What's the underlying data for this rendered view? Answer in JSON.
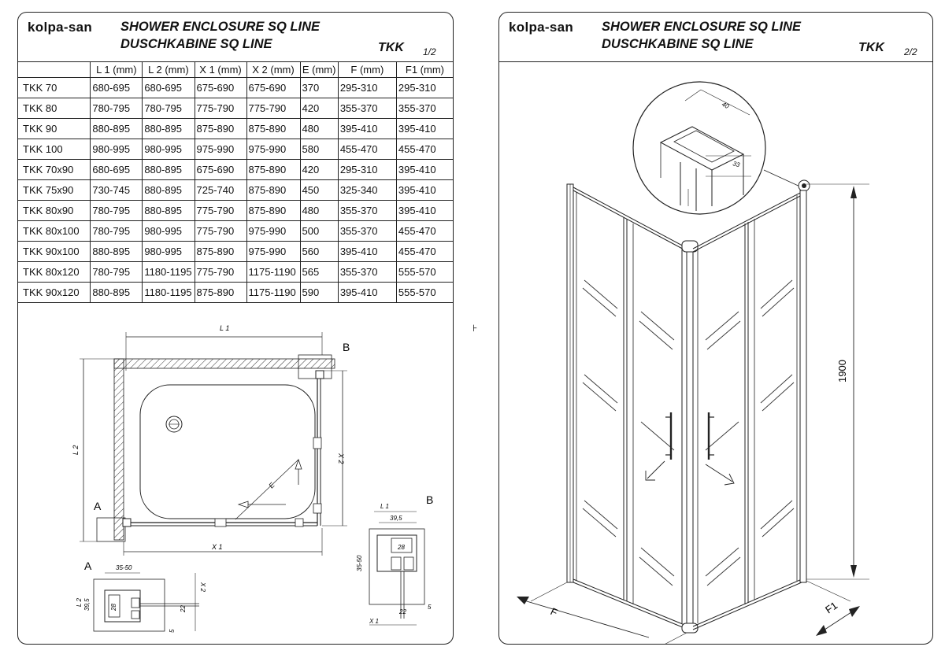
{
  "brand": {
    "logo": "kolpa-san"
  },
  "sheet1": {
    "title_line1": "SHOWER ENCLOSURE SQ LINE",
    "title_line2": "DUSCHKABINE  SQ LINE",
    "code": "TKK",
    "page": "1/2"
  },
  "sheet2": {
    "title_line1": "SHOWER ENCLOSURE SQ LINE",
    "title_line2": "DUSCHKABINE  SQ LINE",
    "code": "TKK",
    "page": "2/2"
  },
  "table": {
    "headers": [
      "",
      "L 1  (mm)",
      "L 2  (mm)",
      "X 1  (mm)",
      "X 2  (mm)",
      "E (mm)",
      "F (mm)",
      "F1 (mm)"
    ],
    "rows": [
      [
        "TKK  70",
        "680-695",
        "680-695",
        "675-690",
        "675-690",
        "370",
        "295-310",
        "295-310"
      ],
      [
        "TKK  80",
        "780-795",
        "780-795",
        "775-790",
        "775-790",
        "420",
        "355-370",
        "355-370"
      ],
      [
        "TKK  90",
        "880-895",
        "880-895",
        "875-890",
        "875-890",
        "480",
        "395-410",
        "395-410"
      ],
      [
        "TKK  100",
        "980-995",
        "980-995",
        "975-990",
        "975-990",
        "580",
        "455-470",
        "455-470"
      ],
      [
        "TKK  70x90",
        "680-695",
        "880-895",
        "675-690",
        "875-890",
        "420",
        "295-310",
        "395-410"
      ],
      [
        "TKK  75x90",
        "730-745",
        "880-895",
        "725-740",
        "875-890",
        "450",
        "325-340",
        "395-410"
      ],
      [
        "TKK  80x90",
        "780-795",
        "880-895",
        "775-790",
        "875-890",
        "480",
        "355-370",
        "395-410"
      ],
      [
        "TKK  80x100",
        "780-795",
        "980-995",
        "775-790",
        "975-990",
        "500",
        "355-370",
        "455-470"
      ],
      [
        "TKK  90x100",
        "880-895",
        "980-995",
        "875-890",
        "975-990",
        "560",
        "395-410",
        "455-470"
      ],
      [
        "TKK  80x120",
        "780-795",
        "1180-1195",
        "775-790",
        "1175-1190",
        "565",
        "355-370",
        "555-570"
      ],
      [
        "TKK  90x120",
        "880-895",
        "1180-1195",
        "875-890",
        "1175-1190",
        "590",
        "395-410",
        "555-570"
      ]
    ]
  },
  "plan_labels": {
    "l1": "L 1",
    "l2": "L 2",
    "x1": "X 1",
    "x2": "X 2",
    "e": "E",
    "corner_a": "A",
    "corner_b": "B"
  },
  "detail_a": {
    "label": "A",
    "l2": "L 2",
    "x2": "X 2",
    "d1": "35-50",
    "d2": "39,5",
    "d3": "28",
    "d4": "22",
    "d5": "5"
  },
  "detail_b": {
    "label": "B",
    "l1": "L 1",
    "x1": "X 1",
    "d1": "39,5",
    "d2": "35-50",
    "d3": "28",
    "d4": "22",
    "d5": "5"
  },
  "elevation": {
    "height": "1900",
    "f": "F",
    "f1": "F1",
    "profile_a": "40",
    "profile_b": "33"
  },
  "side_mark": "⊦"
}
